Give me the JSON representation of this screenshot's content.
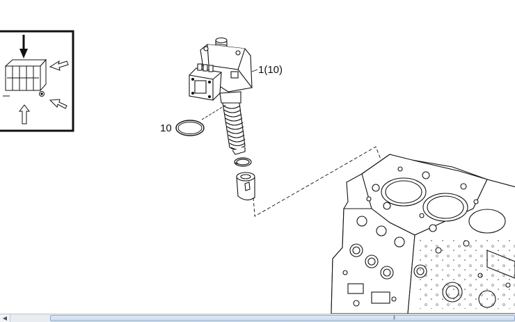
{
  "diagram": {
    "callouts": [
      {
        "id": "injection-pump",
        "label": "1(10)"
      },
      {
        "id": "o-ring",
        "label": "10"
      }
    ]
  },
  "icons": {
    "scroll_left": "left-arrow-icon",
    "scroll_grip": "grip-icon"
  },
  "colors": {
    "ink": "#111111",
    "paper": "#ffffff",
    "scrollbar_track": "#e9edf2",
    "scrollbar_thumb": "#c7d9ef"
  }
}
